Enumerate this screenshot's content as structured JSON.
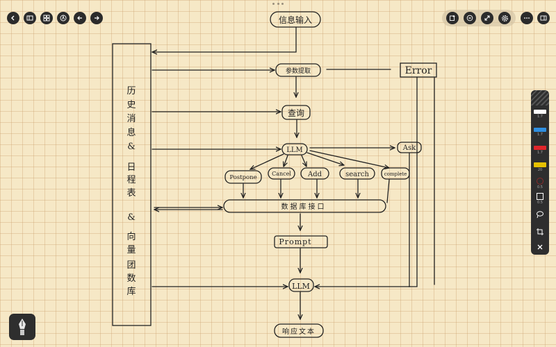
{
  "toolbar_left": {
    "back": "back-icon",
    "sidebar": "sidebar-icon",
    "grid": "grid-icon",
    "pen_circle": "pen-circle-icon",
    "undo": "undo-icon",
    "redo": "redo-icon"
  },
  "toolbar_right": {
    "icons": [
      "add-page-icon",
      "comment-icon",
      "expand-icon",
      "settings-icon",
      "more-icon",
      "pages-icon"
    ]
  },
  "diagram": {
    "input": "信息输入",
    "extract": "参数提取",
    "error": "Error",
    "query": "查询",
    "llm1": "LLM",
    "ask": "Ask",
    "postpone": "Postpone",
    "cancel": "Cancel",
    "add": "Add",
    "search": "search",
    "complete": "complete",
    "db": "数据库接口",
    "prompt": "Prompt",
    "llm2": "LLM",
    "response": "响应文本",
    "sidebar_text": [
      "历",
      "史",
      "消",
      "息",
      "&",
      "日",
      "程",
      "表",
      "&",
      "向",
      "量",
      "团",
      "数",
      "库"
    ]
  },
  "tools": {
    "pen1_size": "1.7",
    "pen2_size": "1.7",
    "pen3_size": "1.7",
    "marker_size": "20",
    "eraser_size": "0.5",
    "shape_size": "0.5",
    "pen_colors": [
      "#ffffff",
      "#2f8fe0",
      "#e0262b",
      "#e6c100"
    ]
  }
}
